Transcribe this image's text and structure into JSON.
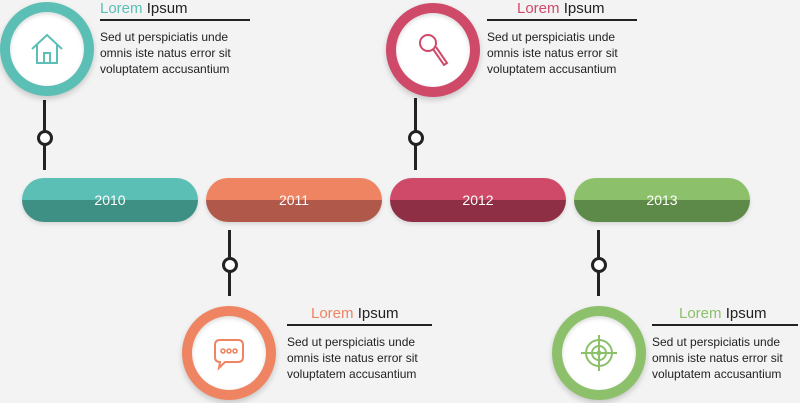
{
  "colors": {
    "teal": "#5cbfb5",
    "teal_dark": "#3e8f84",
    "orange": "#ee8462",
    "orange_dark": "#b0584a",
    "red": "#cf4a69",
    "red_dark": "#8f2f45",
    "green": "#8cc06a",
    "green_dark": "#5d8a48",
    "line": "#222222"
  },
  "timeline": [
    {
      "year": "2010"
    },
    {
      "year": "2011"
    },
    {
      "year": "2012"
    },
    {
      "year": "2013"
    }
  ],
  "items": [
    {
      "title_accent": "Lorem",
      "title_rest": "Ipsum",
      "body": "Sed ut perspiciatis unde omnis iste natus error sit voluptatem accusantium",
      "icon": "home-icon"
    },
    {
      "title_accent": "Lorem",
      "title_rest": "Ipsum",
      "body": "Sed ut perspiciatis unde omnis iste natus error sit voluptatem accusantium",
      "icon": "chat-bubble-icon"
    },
    {
      "title_accent": "Lorem",
      "title_rest": "Ipsum",
      "body": "Sed ut perspiciatis unde omnis iste natus error sit voluptatem accusantium",
      "icon": "magnifier-icon"
    },
    {
      "title_accent": "Lorem",
      "title_rest": "Ipsum",
      "body": "Sed ut perspiciatis unde omnis iste natus error sit voluptatem accusantium",
      "icon": "target-icon"
    }
  ]
}
